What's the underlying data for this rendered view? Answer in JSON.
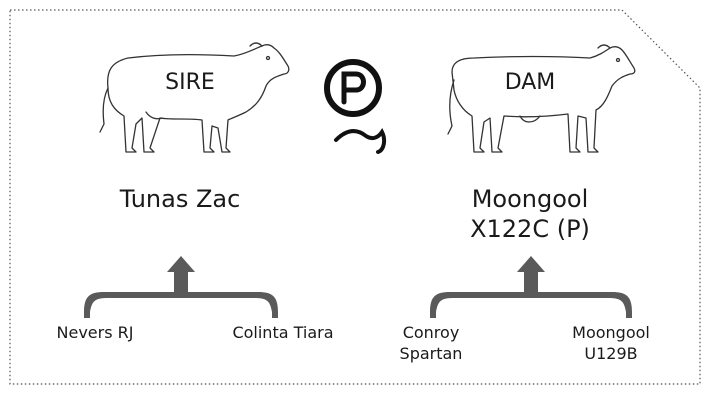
{
  "sire": {
    "label": "SIRE",
    "name": "Tunas Zac",
    "parents": [
      "Nevers RJ",
      "Colinta Tiara"
    ]
  },
  "dam": {
    "label": "DAM",
    "name_line1": "Moongool",
    "name_line2": "X122C (P)",
    "parents": [
      {
        "line1": "Conroy",
        "line2": "Spartan"
      },
      {
        "line1": "Moongool",
        "line2": "U129B"
      }
    ]
  },
  "poll_symbol": {
    "letter": "P",
    "icon": "polled-p-icon"
  },
  "colors": {
    "outline": "#555555",
    "bracket": "#5a5a5a",
    "text": "#1a1a1a"
  }
}
